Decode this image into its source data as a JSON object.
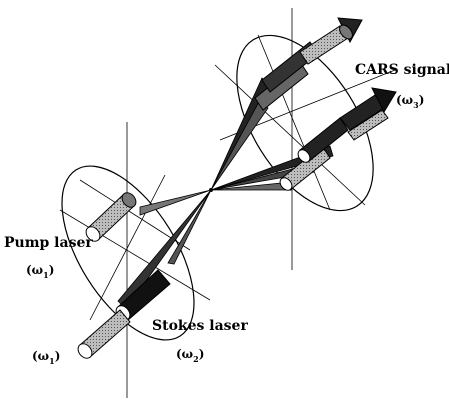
{
  "labels": {
    "cars_signal": "CARS signal",
    "omega3": "(ω",
    "omega3_sub": "3",
    "pump_laser": "Pump laser",
    "omega1": "(ω",
    "omega1_sub": "1",
    "stokes_laser": "Stokes laser",
    "omega2": "(ω",
    "omega2_sub": "2",
    "omega1_lower": "(ω",
    "omega1_lower_sub": "1"
  },
  "colors": {
    "ink": "#000000",
    "beam_fill": "#9a9a9a",
    "dark_beam": "#1a1a1a",
    "background": "#ffffff"
  }
}
